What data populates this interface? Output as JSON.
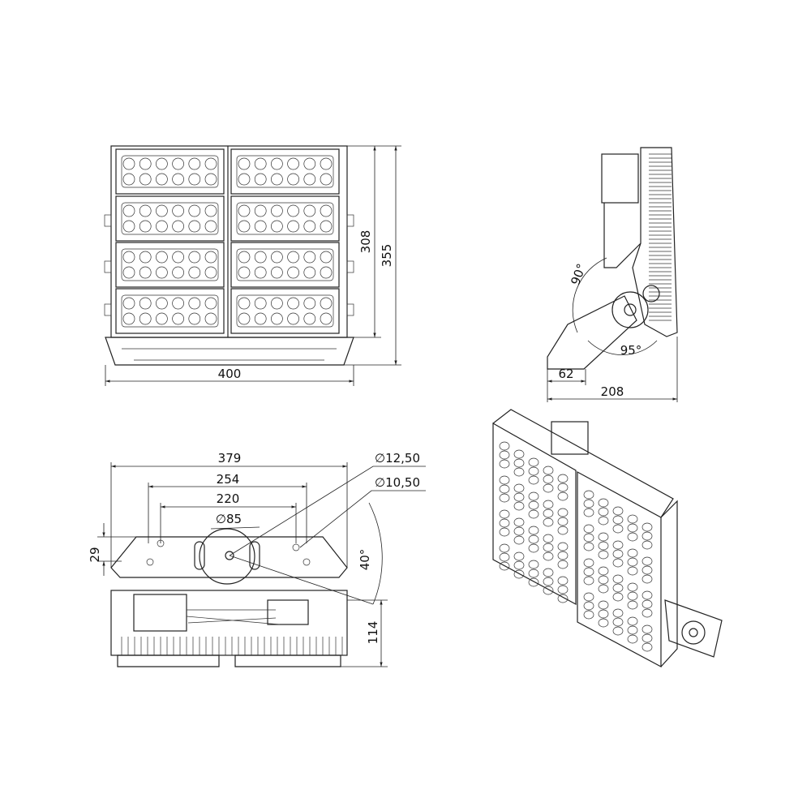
{
  "front_view": {
    "width_label": "400",
    "height_label_a": "308",
    "height_label_b": "355"
  },
  "side_view": {
    "angle_up": "90°",
    "angle_down": "95°",
    "offset_label": "62",
    "depth_label": "208"
  },
  "bottom_view": {
    "width_label": "379",
    "hole_span_outer": "254",
    "hole_span_inner": "220",
    "center_diameter": "∅85",
    "hole_diameter_a": "∅12,50",
    "hole_diameter_b": "∅10,50",
    "bracket_height": "29",
    "angle": "40°",
    "body_height": "114"
  },
  "colors": {
    "line": "#222222",
    "background": "#ffffff"
  }
}
